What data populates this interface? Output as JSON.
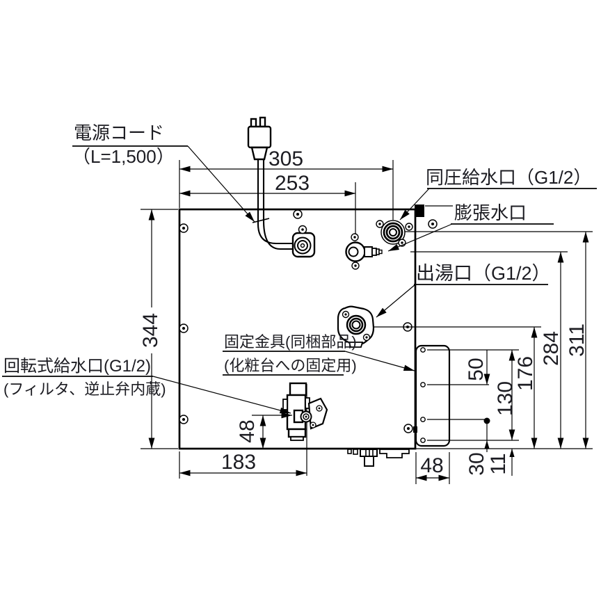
{
  "diagram": {
    "kind": "technical-dimension-drawing",
    "colors": {
      "background": "#ffffff",
      "line": "#000000",
      "text": "#1c1c22"
    },
    "labels": {
      "power_cord": {
        "line1": "電源コード",
        "line2": "（L=1,500）"
      },
      "equal_pressure_inlet": "同圧給水口（G1/2）",
      "expansion_port": "膨張水口",
      "hot_water_outlet": "出湯口（G1/2）",
      "fixing_bracket": {
        "line1": "固定金具(同梱部品)",
        "line2": "(化粧台への固定用)"
      },
      "rotary_inlet": {
        "line1": "回転式給水口(G1/2)",
        "line2": "(フィルタ、逆止弁内蔵)"
      }
    },
    "dimensions_mm": {
      "width_to_inlet_port": "305",
      "width_to_expansion_port": "253",
      "body_height": "344",
      "inlet_port_height": "311",
      "expansion_port_height": "284",
      "outlet_height": "176",
      "bracket_hole_span": "130",
      "bracket_hole_pitch_top": "50",
      "bracket_hole_offset_bottom": "30",
      "bracket_hole_edge_offset": "11",
      "width_to_rotary_inlet": "183",
      "rotary_inlet_height": "48",
      "bracket_width": "48"
    }
  }
}
